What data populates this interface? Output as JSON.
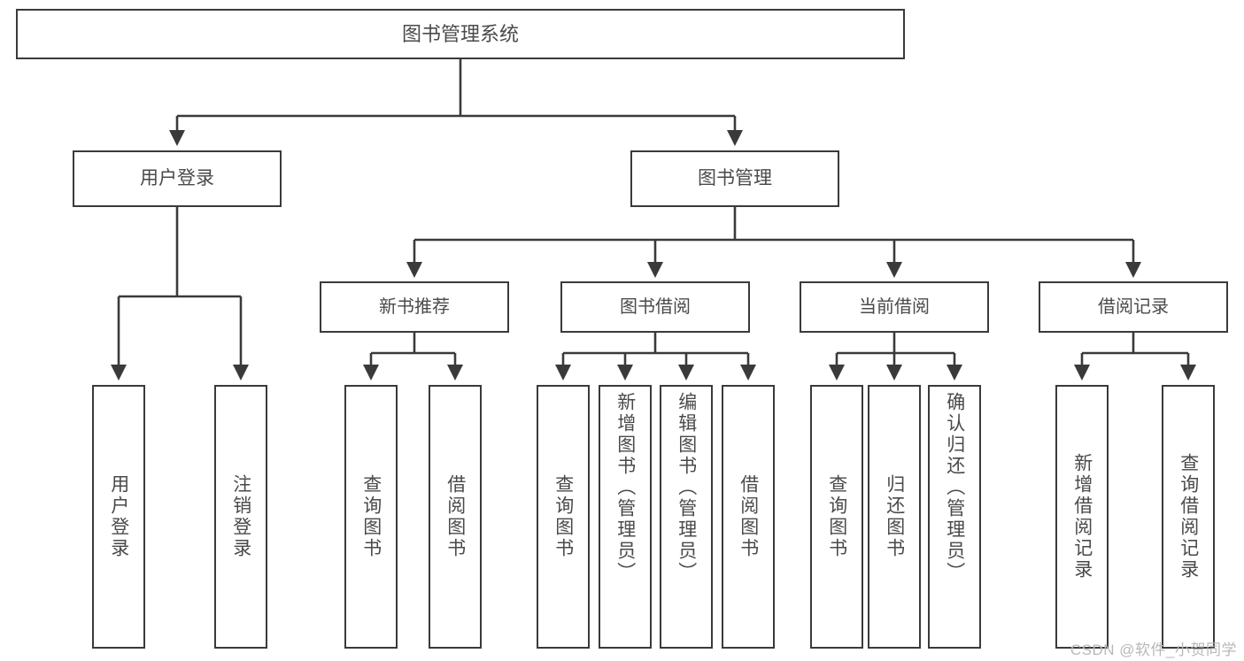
{
  "diagram": {
    "title": "图书管理系统",
    "type": "tree-hierarchy-chart",
    "watermark": "CSDN @软件_小贺同学",
    "colors": {
      "box_border": "#3a3a3a",
      "box_fill": "#ffffff",
      "text": "#4a4a4a",
      "edge": "#3a3a3a",
      "watermark": "#b8b8b8",
      "background": "#ffffff"
    },
    "root": {
      "label": "图书管理系统"
    },
    "level1": [
      {
        "label": "用户登录"
      },
      {
        "label": "图书管理"
      }
    ],
    "level2": [
      {
        "label": "新书推荐"
      },
      {
        "label": "图书借阅"
      },
      {
        "label": "当前借阅"
      },
      {
        "label": "借阅记录"
      }
    ],
    "leaves": {
      "user_login": [
        {
          "label": "用户登录"
        },
        {
          "label": "注销登录"
        }
      ],
      "new_book_recommend": [
        {
          "label": "查询图书"
        },
        {
          "label": "借阅图书"
        }
      ],
      "book_borrow": [
        {
          "label": "查询图书"
        },
        {
          "label": "新增图书（管理员）"
        },
        {
          "label": "编辑图书（管理员）"
        },
        {
          "label": "借阅图书"
        }
      ],
      "current_borrow": [
        {
          "label": "查询图书"
        },
        {
          "label": "归还图书"
        },
        {
          "label": "确认归还（管理员）"
        }
      ],
      "borrow_record": [
        {
          "label": "新增借阅记录"
        },
        {
          "label": "查询借阅记录"
        }
      ]
    }
  }
}
